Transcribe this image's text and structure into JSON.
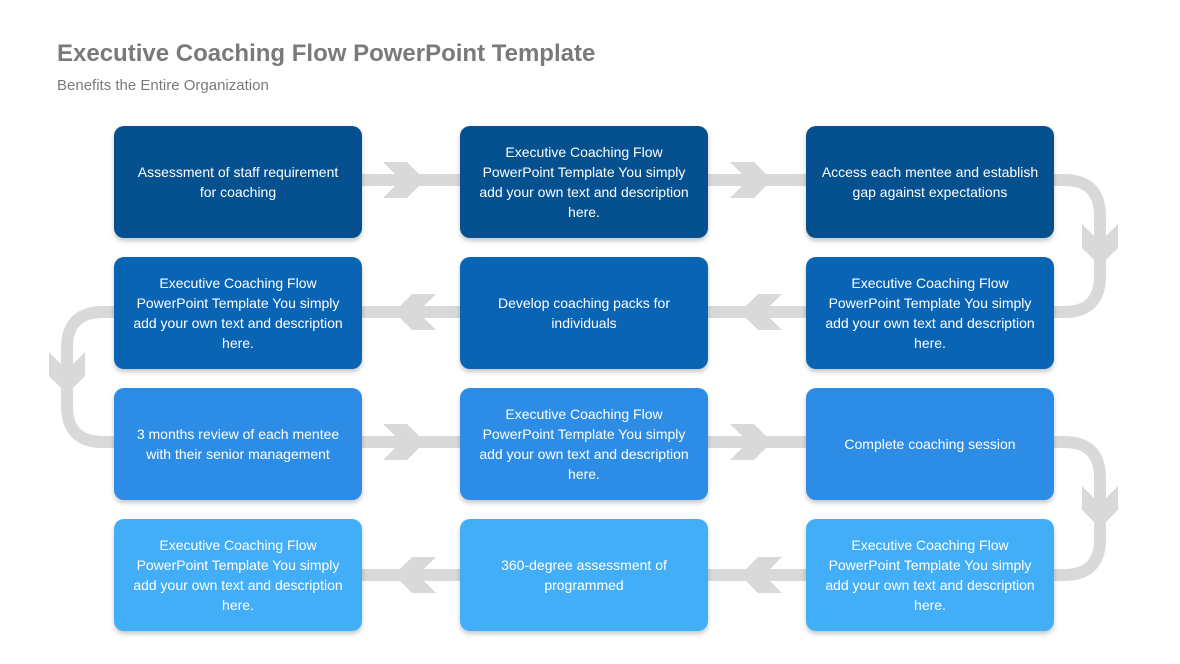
{
  "title": "Executive Coaching Flow PowerPoint Template",
  "subtitle": "Benefits the Entire Organization",
  "colors": {
    "row1": "#05508f",
    "row2": "#0a64b4",
    "row3": "#2d8ce6",
    "row4": "#42aef7",
    "connector": "#d9d9d9",
    "text": "#7a7a7a"
  },
  "steps": [
    "Assessment of staff requirement for coaching",
    "Executive Coaching Flow PowerPoint Template You simply add your own text and description here.",
    "Access each mentee and establish gap against expectations",
    "Executive Coaching Flow PowerPoint Template You simply add your own text and description here.",
    "Develop coaching packs for individuals",
    "Executive Coaching Flow PowerPoint Template You simply add your own text and description here.",
    "3 months review of each mentee with their senior management",
    "Executive Coaching Flow PowerPoint Template You simply add your own text and description here.",
    "Complete coaching session",
    "Executive Coaching Flow PowerPoint Template You simply add your own text and description here.",
    "360-degree assessment of programmed",
    "Executive Coaching Flow PowerPoint Template You simply add your own text and description here."
  ]
}
